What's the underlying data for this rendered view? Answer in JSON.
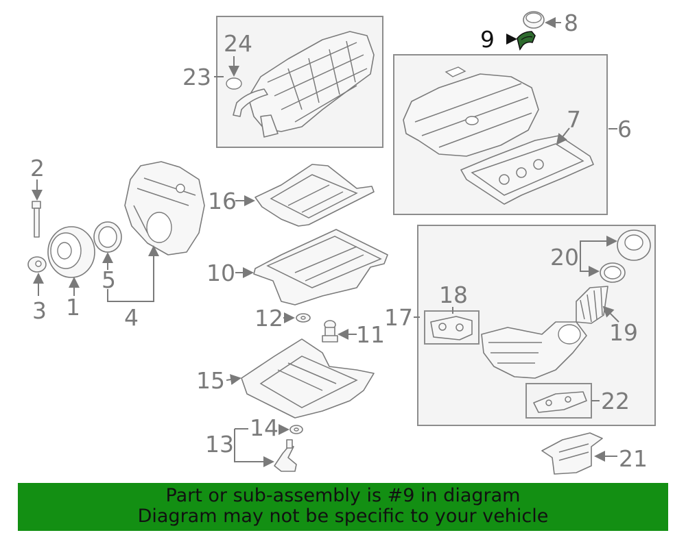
{
  "highlight": {
    "part": "9",
    "color": "#138f13"
  },
  "callouts": [
    "1",
    "2",
    "3",
    "4",
    "5",
    "6",
    "7",
    "8",
    "9",
    "10",
    "11",
    "12",
    "13",
    "14",
    "15",
    "16",
    "17",
    "18",
    "19",
    "20",
    "21",
    "22",
    "23",
    "24"
  ],
  "banner": {
    "line1": "Part or sub-assembly is #9 in diagram",
    "line2": "Diagram may not be specific to your vehicle"
  }
}
